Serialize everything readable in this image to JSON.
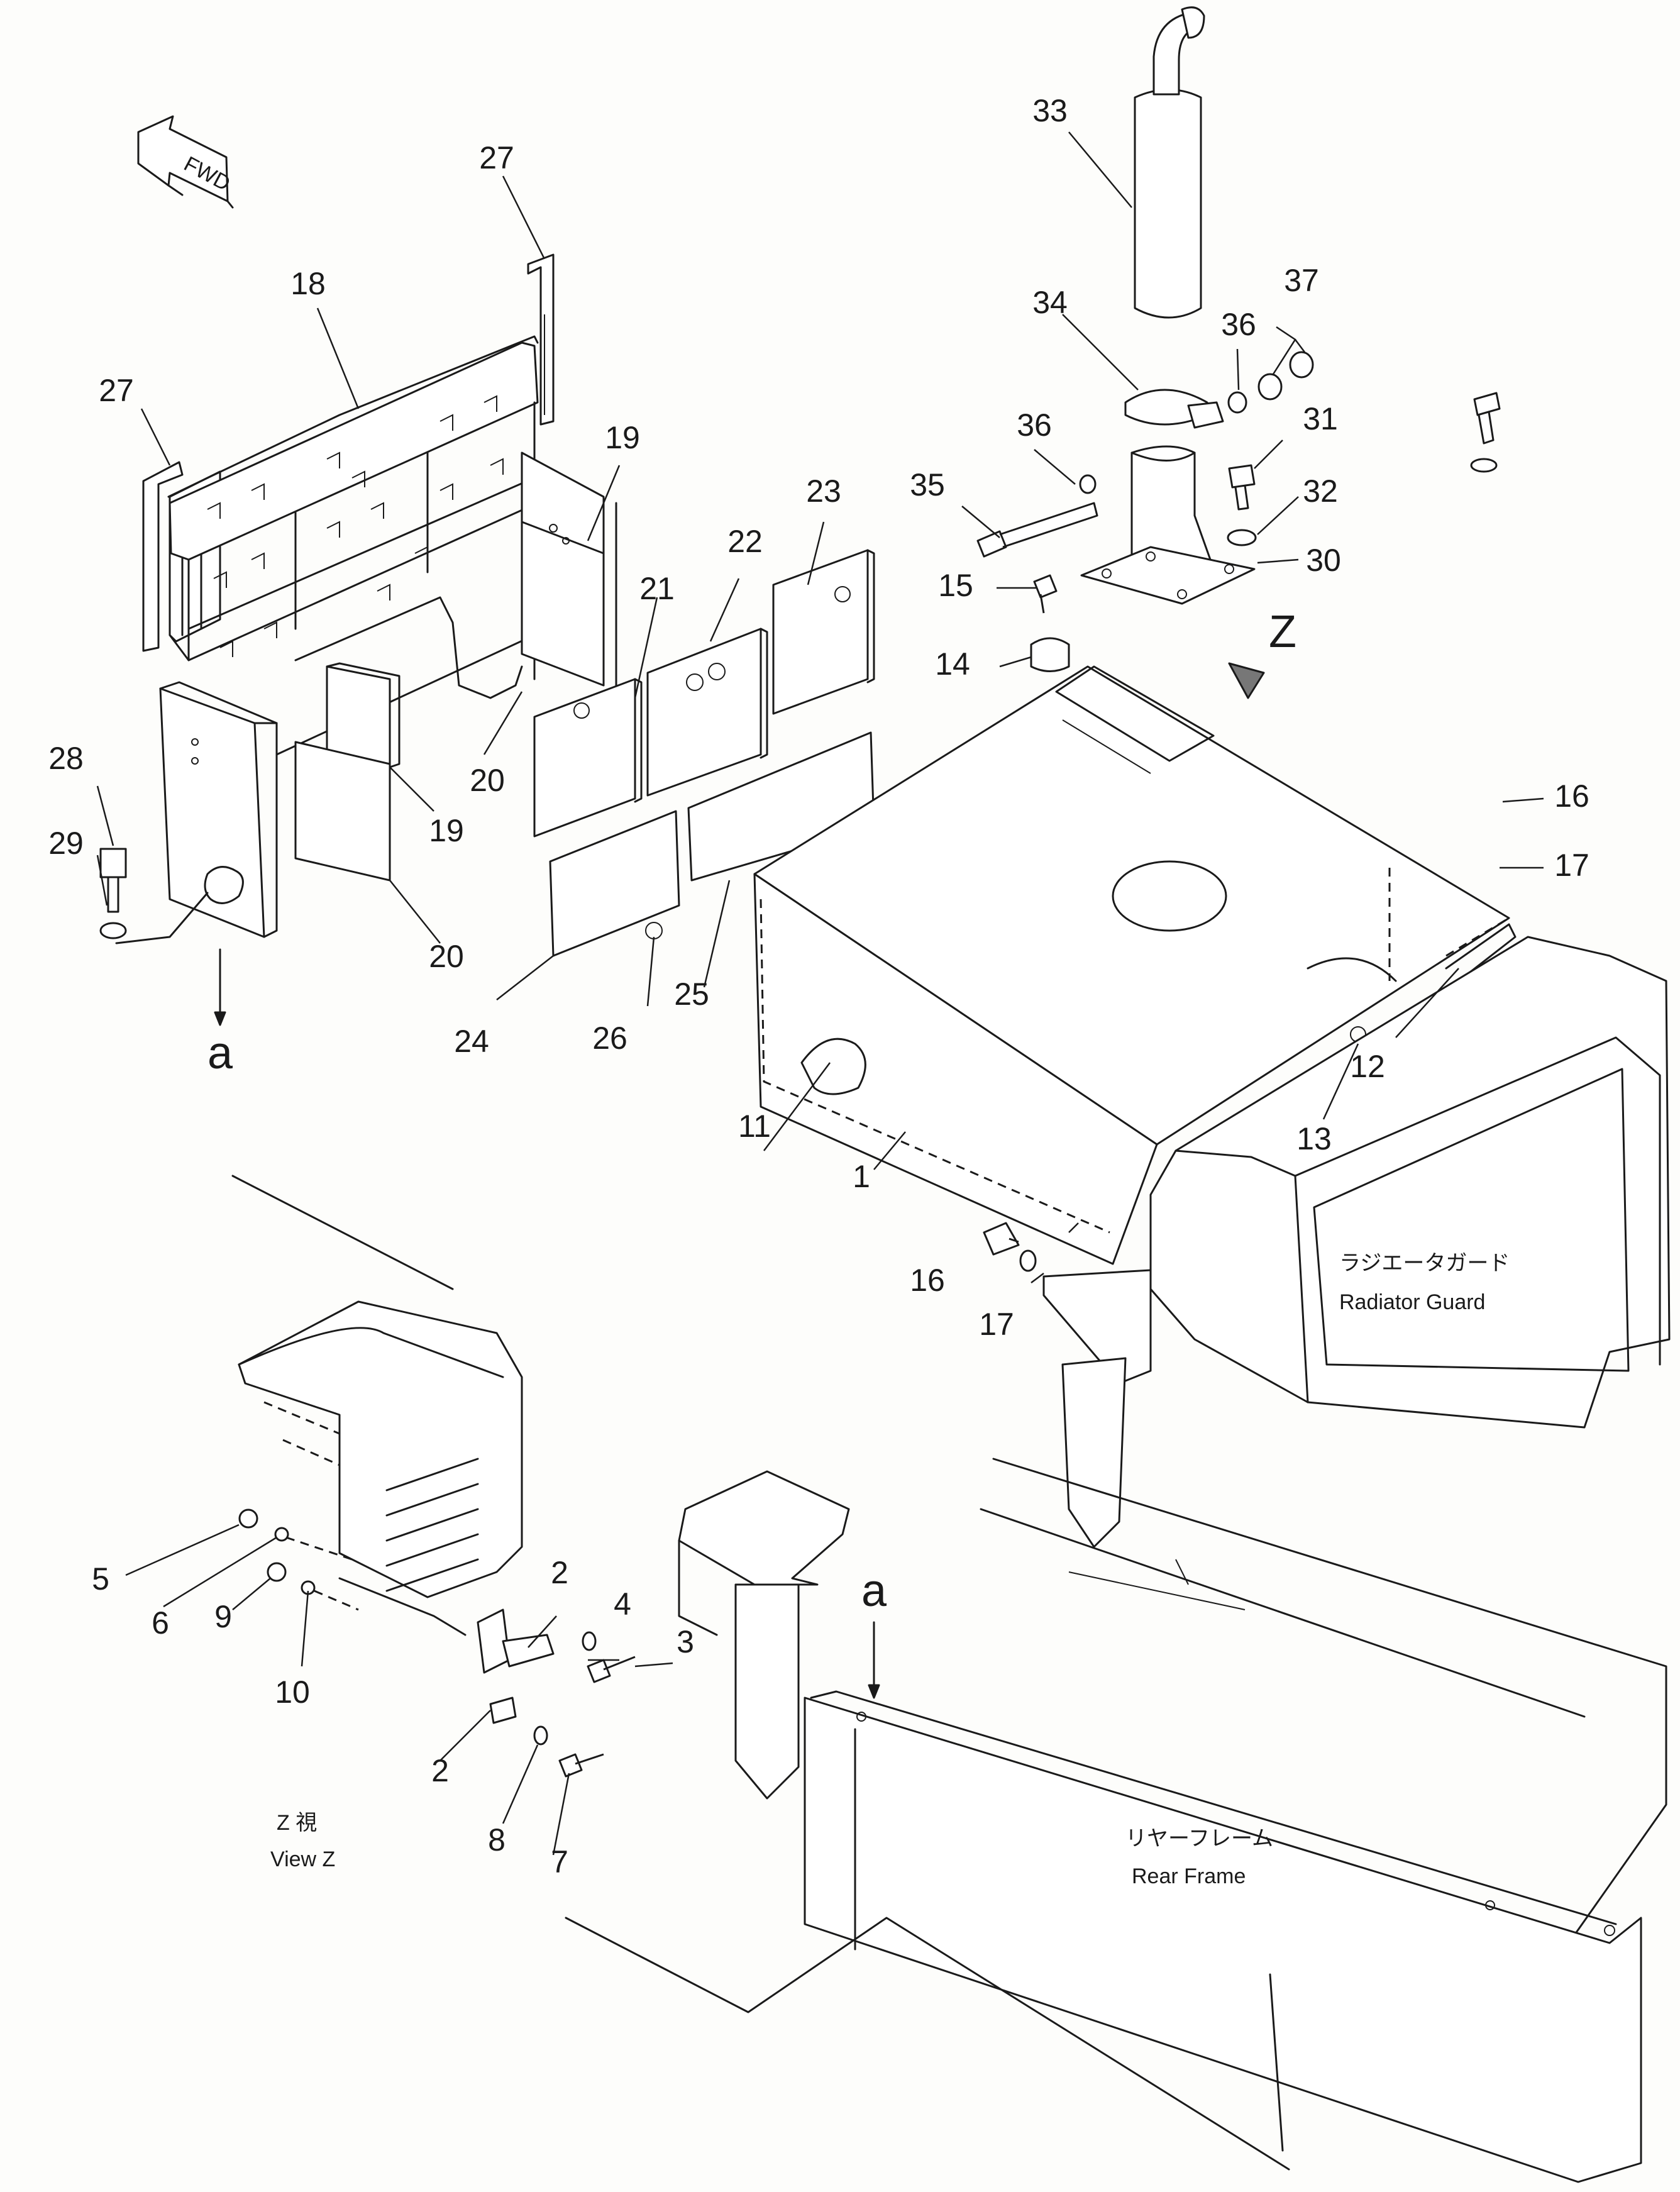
{
  "direction_label": "FWD",
  "view_marker": "Z",
  "section_marker": "a",
  "view_caption": {
    "jp": "Z 視",
    "en": "View Z"
  },
  "radiator_guard": {
    "jp": "ラジエータガード",
    "en": "Radiator Guard"
  },
  "rear_frame": {
    "jp": "リヤーフレーム",
    "en": "Rear Frame"
  },
  "part_callouts": [
    "1",
    "2",
    "2",
    "3",
    "4",
    "5",
    "6",
    "7",
    "8",
    "9",
    "10",
    "11",
    "12",
    "13",
    "14",
    "15",
    "16",
    "16",
    "17",
    "17",
    "18",
    "19",
    "19",
    "20",
    "20",
    "21",
    "22",
    "23",
    "24",
    "25",
    "26",
    "27",
    "27",
    "28",
    "29",
    "30",
    "31",
    "32",
    "33",
    "34",
    "35",
    "36",
    "36",
    "37"
  ]
}
